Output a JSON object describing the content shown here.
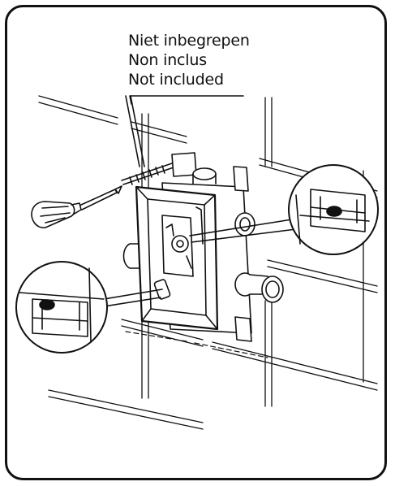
{
  "note": {
    "line1": "Niet inbegrepen",
    "line2": "Non inclus",
    "line3": "Not included"
  },
  "colors": {
    "line": "#111111",
    "background": "#ffffff"
  }
}
